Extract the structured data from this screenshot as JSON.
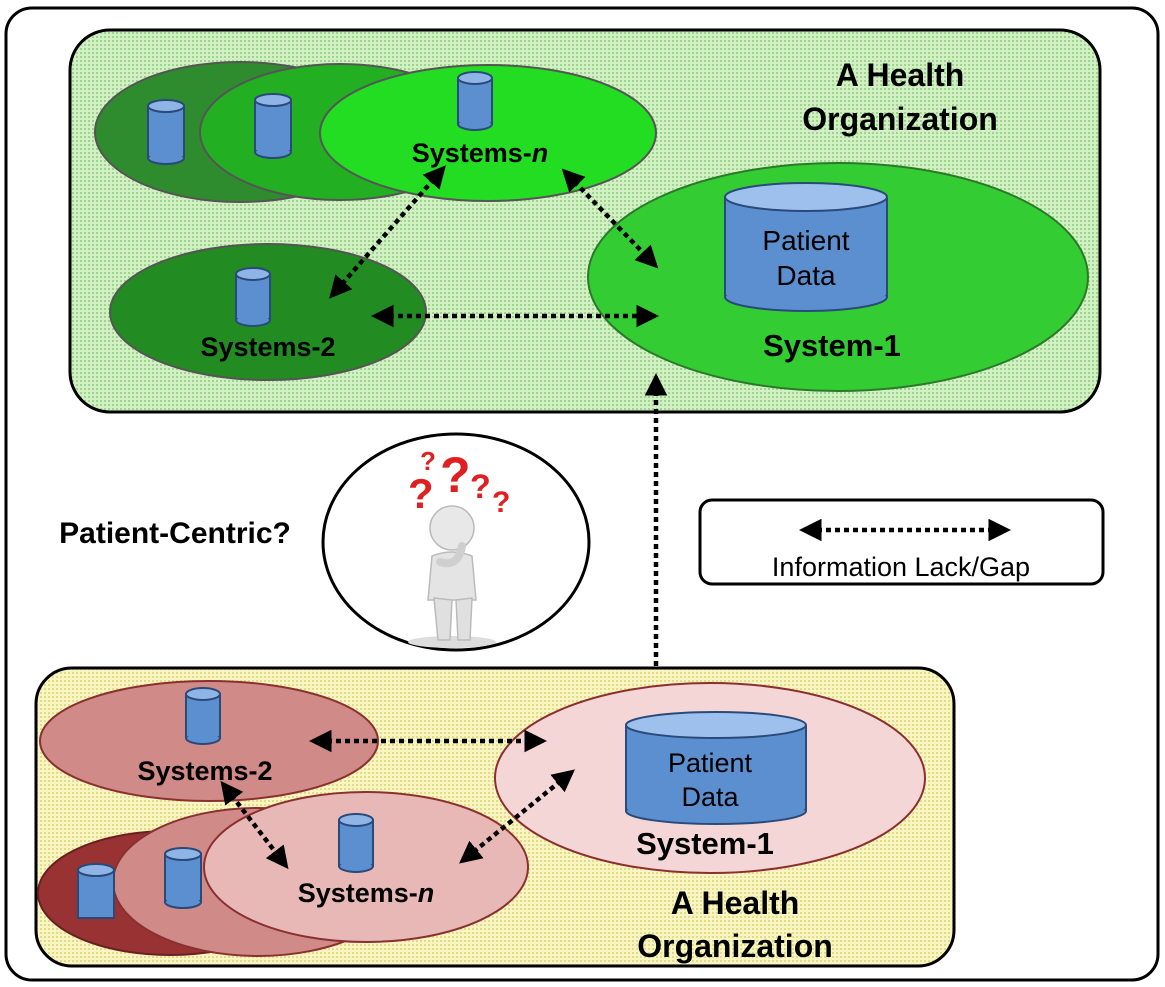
{
  "top_org": {
    "title_line1": "A Health",
    "title_line2": "Organization",
    "systems_n_prefix": "Systems-",
    "systems_n_suffix": "n",
    "systems_2": "Systems-2",
    "system_1": "System-1",
    "db_line1": "Patient",
    "db_line2": "Data"
  },
  "bottom_org": {
    "title_line1": "A Health",
    "title_line2": "Organization",
    "systems_n_prefix": "Systems-",
    "systems_n_suffix": "n",
    "systems_2": "Systems-2",
    "system_1": "System-1",
    "db_line1": "Patient",
    "db_line2": "Data"
  },
  "patient_centric": "Patient-Centric?",
  "legend": {
    "label": "Information Lack/Gap"
  },
  "colors": {
    "top_bg": "#c9ecb8",
    "bottom_bg": "#f6f2b8",
    "green_dark": "#2e8b2e",
    "green_mid": "#22b022",
    "green_light": "#33cc33",
    "red_dark": "#993333",
    "red_mid": "#d08a88",
    "red_light": "#f1d4d3",
    "db_blue": "#5b8fd0"
  }
}
